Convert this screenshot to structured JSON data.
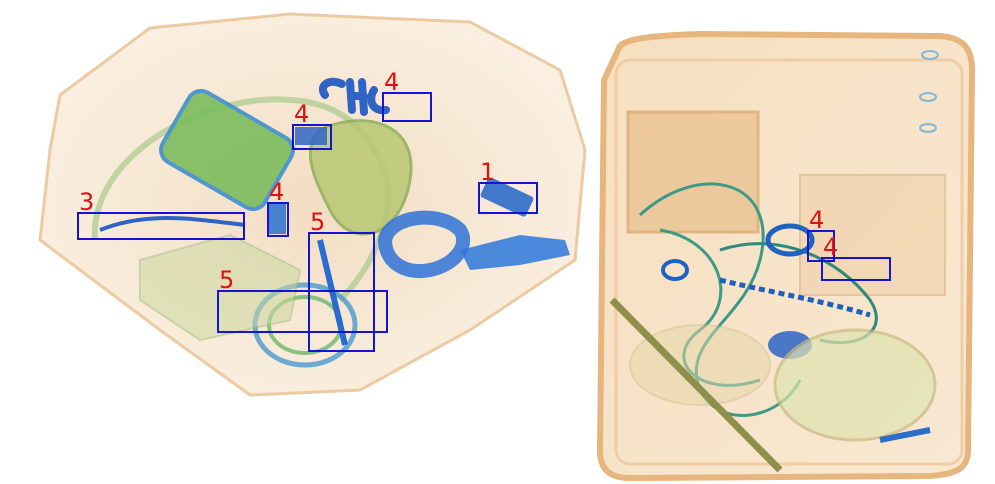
{
  "image": {
    "kind": "x-ray baggage scan",
    "left_scan": "bag with green/blue objects, electronics and cables",
    "right_scan": "rectangular suitcase with cables and circular items"
  },
  "colors": {
    "box_stroke": "#1414d2",
    "label_text": "#e01010",
    "bag_fill": "#f4e1c3",
    "bag_edge": "#e8b98a",
    "organic_green": "#7fbf6a",
    "metal_blue": "#2a6fd6"
  },
  "detections": [
    {
      "id": "det-1",
      "label": "1"
    },
    {
      "id": "det-2",
      "label": "3"
    },
    {
      "id": "det-3",
      "label": "4"
    },
    {
      "id": "det-4",
      "label": "4"
    },
    {
      "id": "det-5",
      "label": "4"
    },
    {
      "id": "det-6",
      "label": "5"
    },
    {
      "id": "det-7",
      "label": "5"
    },
    {
      "id": "det-8",
      "label": "4"
    },
    {
      "id": "det-9",
      "label": "4"
    }
  ]
}
